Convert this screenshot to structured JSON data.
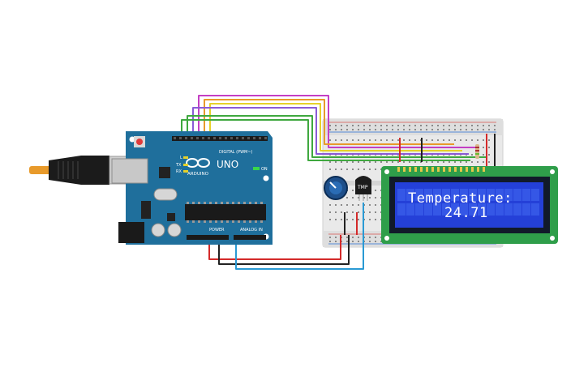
{
  "arduino": {
    "model": "UNO",
    "brand": "ARDUINO",
    "digital_label": "DIGITAL (PWM~)",
    "power_label": "POWER",
    "analog_label": "ANALOG IN",
    "on_label": "ON",
    "tx_label": "TX",
    "rx_label": "RX",
    "l_label": "L",
    "board_color": "#1f6f9c"
  },
  "sensor": {
    "label": "TMP"
  },
  "lcd": {
    "line1": "Temperature:",
    "line2": "24.71",
    "screen_color": "#2440d8",
    "pcb_color": "#2f9e4a"
  },
  "wire_colors": {
    "magenta": "#c43fc4",
    "orange": "#e89a2b",
    "yellow": "#e6d12a",
    "green": "#3fa83f",
    "red": "#d42a2a",
    "black": "#222222",
    "blue": "#2a9ad4"
  }
}
